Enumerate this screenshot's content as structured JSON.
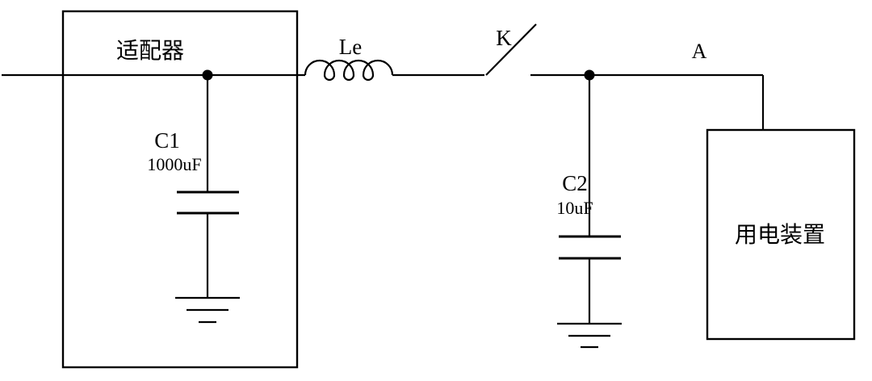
{
  "page": {
    "background_color": "#ffffff",
    "ink_color": "#000000"
  },
  "diagram": {
    "type": "circuit-schematic",
    "adapter": {
      "label": "适配器"
    },
    "c1": {
      "name": "C1",
      "value": "1000uF"
    },
    "inductor": {
      "label": "Le"
    },
    "switch": {
      "label": "K"
    },
    "c2": {
      "name": "C2",
      "value": "10uF"
    },
    "node_a": {
      "label": "A"
    },
    "load": {
      "label": "用电装置"
    },
    "components": [
      {
        "id": "适配器",
        "kind": "labeled-box"
      },
      {
        "id": "C1",
        "kind": "capacitor-to-ground",
        "value": "1000uF"
      },
      {
        "id": "Le",
        "kind": "inductor"
      },
      {
        "id": "K",
        "kind": "open-switch"
      },
      {
        "id": "C2",
        "kind": "capacitor-to-ground",
        "value": "10uF"
      },
      {
        "id": "A",
        "kind": "node-label"
      },
      {
        "id": "用电装置",
        "kind": "labeled-box"
      }
    ]
  }
}
